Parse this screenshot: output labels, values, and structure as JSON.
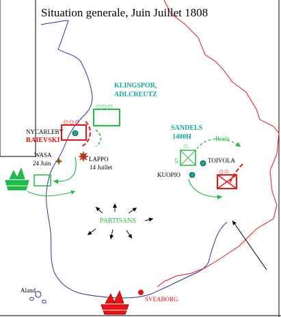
{
  "title": "Situation generale, Juin Juillet 1808",
  "labels": {
    "klingspor": "KLINGSPOR,",
    "adlercreutz": "ADLCREUTZ",
    "nycarleby": "NYCARLEBY",
    "raievski": "RAIEVSKI",
    "wasa": "WASA",
    "wasa_date": "24 Juin",
    "lappo": "LAPPO",
    "lappo_date": "14 Juillet",
    "sandels": "SANDELS",
    "sandels_strength": "1400H",
    "unit_number": "5",
    "toivola": "TOIVOLA",
    "raids": "Raids",
    "kuopio": "KUOPIO",
    "partisans": "PARTISANS",
    "aland": "Aland",
    "sveaborg": "SVEABORG"
  },
  "colors": {
    "swedish": "#22bb44",
    "russian": "#ee1111",
    "teal": "#11aa99",
    "coast": "#2233aa",
    "frame": "#000000"
  }
}
